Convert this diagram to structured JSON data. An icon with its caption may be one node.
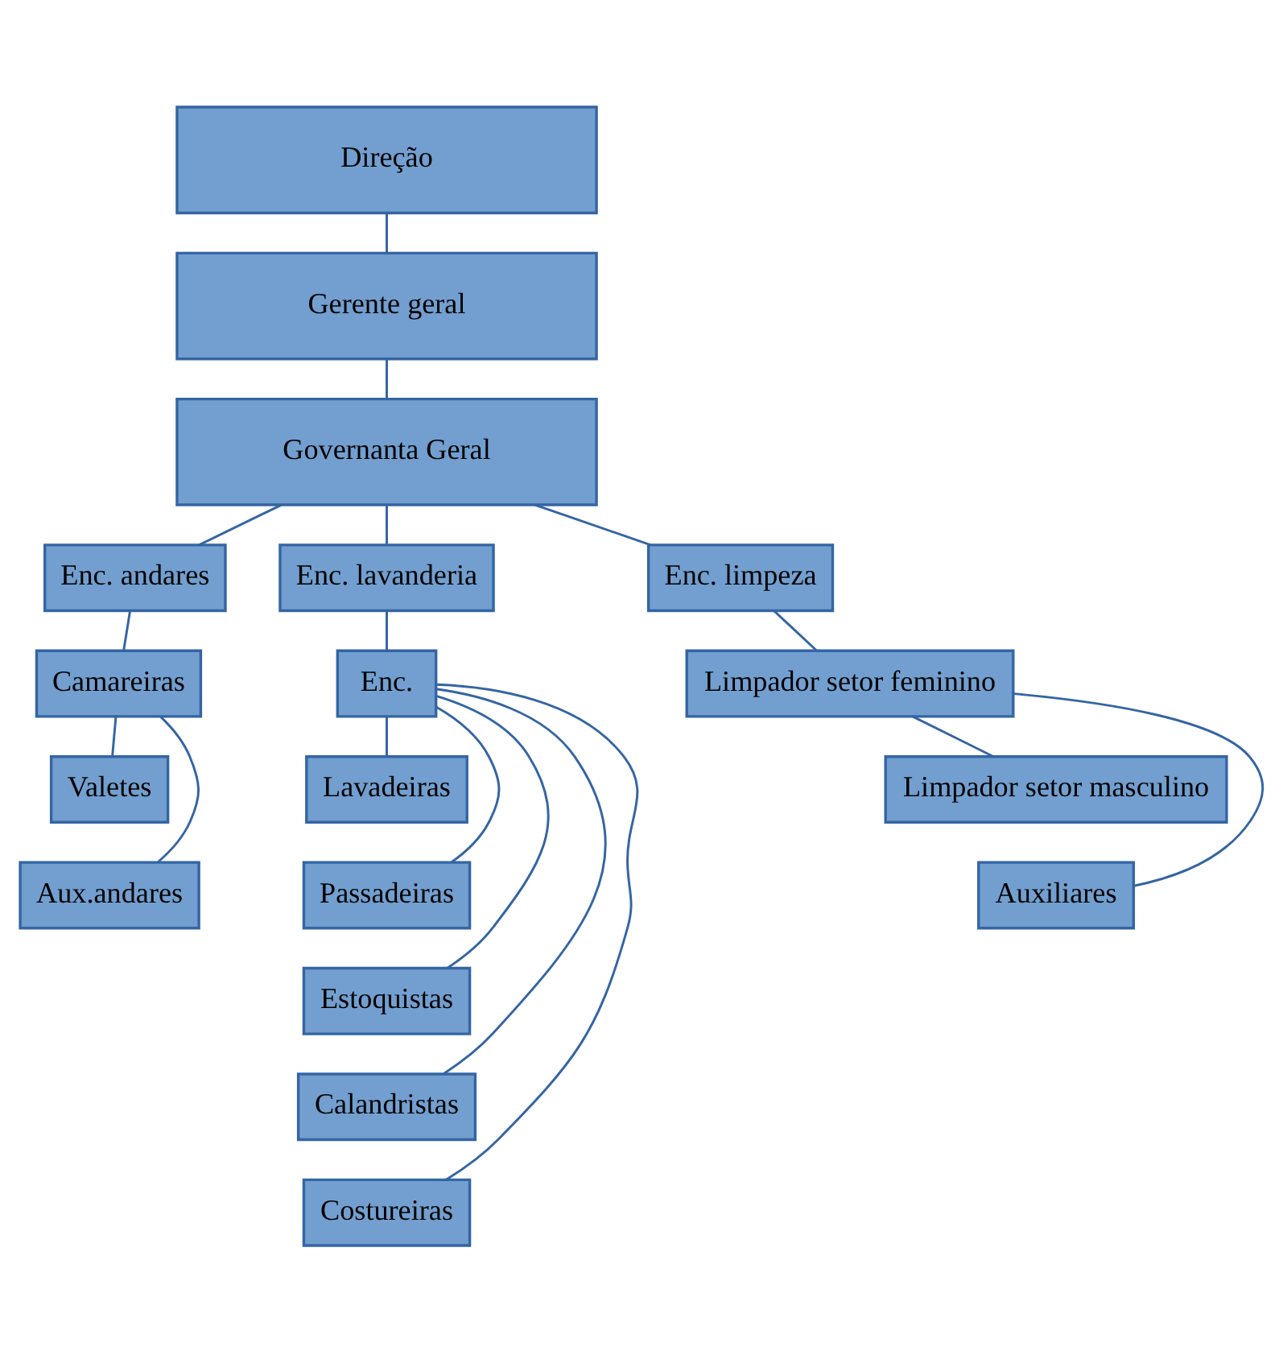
{
  "diagram": {
    "nodes": [
      {
        "text": [
          "Direção"
        ]
      },
      {
        "text": [
          "Gerente geral"
        ]
      },
      {
        "text": [
          "Governanta Geral"
        ]
      },
      {
        "text": [
          "Enc. andares"
        ]
      },
      {
        "text": [
          "Enc. lavanderia"
        ]
      },
      {
        "text": [
          "Enc. limpeza"
        ]
      },
      {
        "text": [
          "Camareiras"
        ]
      },
      {
        "text": [
          "Valetes"
        ]
      },
      {
        "text": [
          "Aux.andares"
        ]
      },
      {
        "text": [
          "Enc."
        ]
      },
      {
        "text": [
          "Lavadeiras"
        ]
      },
      {
        "text": [
          "Passadeiras"
        ]
      },
      {
        "text": [
          "Estoquistas"
        ]
      },
      {
        "text": [
          "Calandristas"
        ]
      },
      {
        "text": [
          "Costureiras"
        ]
      },
      {
        "text": [
          "Limpador setor feminino"
        ]
      },
      {
        "text": [
          "Limpador setor masculino"
        ]
      },
      {
        "text": [
          "Auxiliares"
        ]
      }
    ],
    "edges": [
      {
        "from": 0,
        "to": 1,
        "arrow": "none"
      },
      {
        "from": 1,
        "to": 2,
        "arrow": "none"
      },
      {
        "from": 2,
        "to": 3,
        "arrow": "none"
      },
      {
        "from": 2,
        "to": 4,
        "arrow": "none"
      },
      {
        "from": 2,
        "to": 5,
        "arrow": "none"
      },
      {
        "from": 3,
        "to": 6,
        "arrow": "none"
      },
      {
        "from": 6,
        "to": 7,
        "arrow": "none"
      },
      {
        "from": 6,
        "to": 8,
        "arrow": "none"
      },
      {
        "from": 4,
        "to": 9,
        "arrow": "none"
      },
      {
        "from": 9,
        "to": 10,
        "arrow": "none"
      },
      {
        "from": 9,
        "to": 11,
        "arrow": "none"
      },
      {
        "from": 9,
        "to": 12,
        "arrow": "none"
      },
      {
        "from": 9,
        "to": 13,
        "arrow": "none"
      },
      {
        "from": 9,
        "to": 14,
        "arrow": "none"
      },
      {
        "from": 5,
        "to": 15,
        "arrow": "none"
      },
      {
        "from": 15,
        "to": 16,
        "arrow": "none"
      },
      {
        "from": 15,
        "to": 17,
        "arrow": "none"
      }
    ]
  }
}
